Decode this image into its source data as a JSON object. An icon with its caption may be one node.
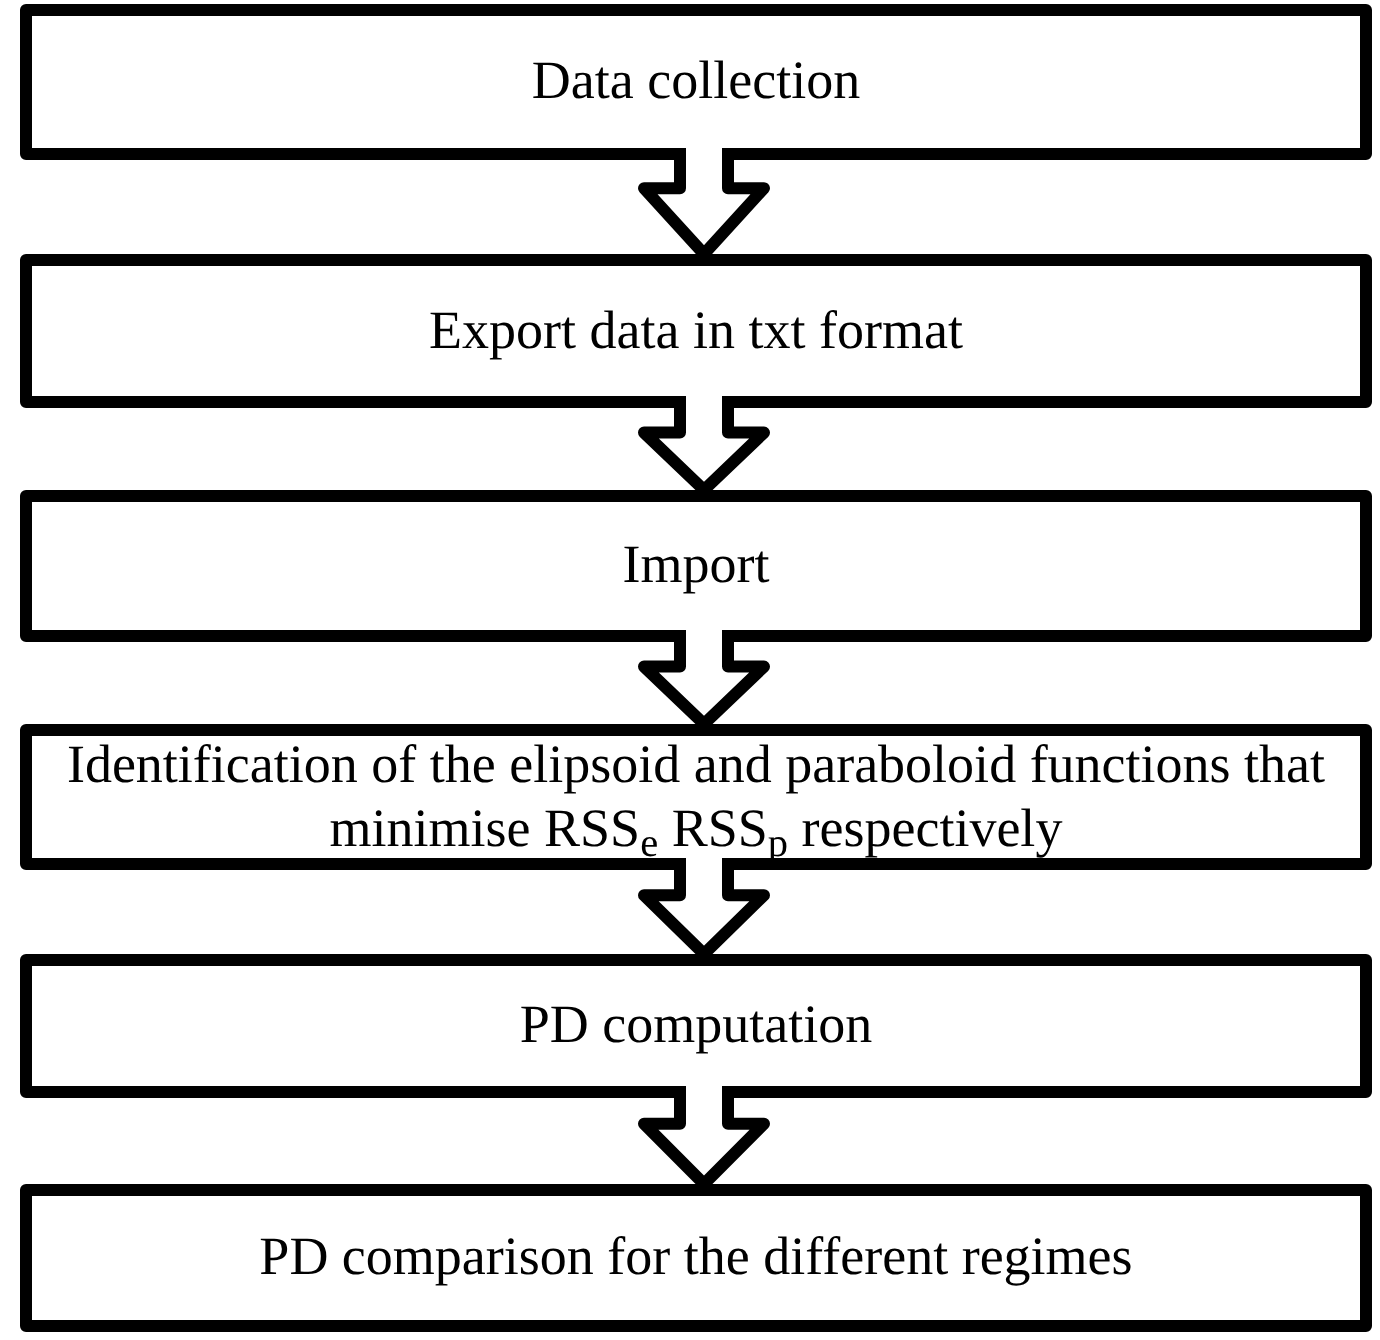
{
  "diagram": {
    "nodes": [
      {
        "text": [
          "Data collection"
        ]
      },
      {
        "text": [
          "Export data in txt format"
        ]
      },
      {
        "text": [
          "Import"
        ]
      },
      {
        "text": [
          "Identification of the elipsoid and paraboloid functions that minimise RSS$_{e}$ RSS$_{p}$  respectively"
        ]
      },
      {
        "text": [
          "PD computation"
        ]
      },
      {
        "text": [
          "PD comparison for the different regimes"
        ]
      }
    ],
    "edges": [
      {
        "from": 0,
        "to": 1,
        "arrow": "to"
      },
      {
        "from": 1,
        "to": 2,
        "arrow": "to"
      },
      {
        "from": 2,
        "to": 3,
        "arrow": "to"
      },
      {
        "from": 3,
        "to": 4,
        "arrow": "to"
      },
      {
        "from": 4,
        "to": 5,
        "arrow": "to"
      }
    ]
  }
}
